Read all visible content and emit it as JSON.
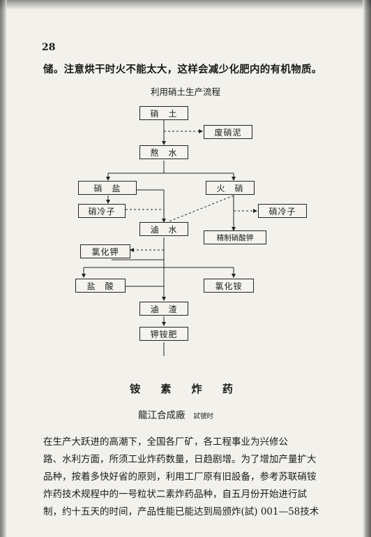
{
  "page": {
    "number": "28",
    "intro_line": "储。注意烘干时火不能太大，这样会减少化肥内的有机物质。"
  },
  "flowchart": {
    "title": "利用硝土生产流程",
    "nodes": {
      "xiao_tu": "硝　土",
      "fei_xiao_ni": "废硝泥",
      "zhu_shui": "熬　水",
      "xiao_yan": "硝　盐",
      "huo_xiao": "火　硝",
      "xiao_lengzi_left": "硝冷子",
      "lu_shui": "滷　水",
      "xiao_lengzi_right": "硝冷子",
      "jingzhi_xiaosuanjia": "精制硝酸钾",
      "lv_hua_jia": "氯化钾",
      "yan_suan": "盐　酸",
      "lv_hua_an": "氯化铵",
      "lu_zha": "滷　渣",
      "jia_su_fei": "钾铵肥"
    }
  },
  "article": {
    "title": "铵 素 炸 药",
    "author": "龍江合成廠",
    "author_note": "試號时",
    "lines": [
      "在生产大跃进的高潮下，全国各厂矿，各工程事业为兴修公",
      "路、水利方面，所须工业炸药数量，日趋剧增。为了增加产量扩大",
      "品种，按着多快好省的原则，利用工厂原有旧設备，参考苏联硝铵",
      "炸药技术规程中的一号粒状二素炸药品种，自五月份开始进行試",
      "制，约十五天的时间，产品性能已能达到局颁炸(試) 001—58技术"
    ]
  }
}
